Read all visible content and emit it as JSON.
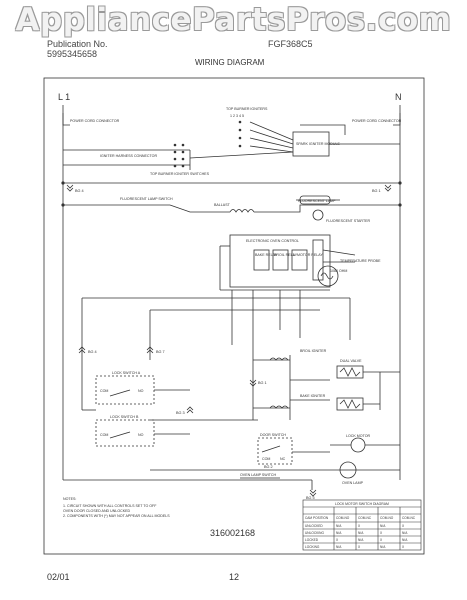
{
  "watermark": "AppliancePartsPros.com",
  "header": {
    "publication_label": "Publication No.",
    "publication_number": "5995345658",
    "model": "FGF368C5",
    "title": "WIRING DIAGRAM"
  },
  "terminals": {
    "l1": "L 1",
    "n": "N"
  },
  "labels": {
    "power_cord_left": "POWER CORD CONNECTOR",
    "power_cord_right": "POWER CORD CONNECTOR",
    "top_burner_igniters": "TOP BURNER IGNITERS",
    "igniter_numbers": "1 2 3 4 5",
    "spark_module": "SPARK IGNITER MODULE",
    "igniter_harness": "IGNITER HARNESS CONNECTOR",
    "igniter_switches": "TOP BURNER IGNITER SWITCHES",
    "fluorescent_lamp_switch": "FLUORESCENT LAMP SWITCH",
    "ballast": "BALLAST",
    "fluorescent_lamp": "FLUORESCENT LAMP",
    "fluorescent_starter": "FLUORESCENT STARTER",
    "electronic_control": "ELECTRONIC OVEN CONTROL",
    "bake_relay": "BAKE RELAY",
    "broil_relay": "BROIL RELAY",
    "lock_relay": "L. MOTOR RELAY",
    "temp_probe": "TEMPERATURE PROBE",
    "probe_resistance": "1080 OHM",
    "broil_igniter": "BROIL IGNITER",
    "dual_valve": "DUAL VALVE",
    "bake_igniter": "BAKE IGNITER",
    "lock_switch_a": "LOCK SWITCH A",
    "lock_switch_b": "LOCK SWITCH B",
    "door_switch": "DOOR SWITCH",
    "lock_motor": "LOCK MOTOR",
    "oven_lamp": "OVEN LAMP",
    "oven_lamp_switch": "OVEN LAMP SWITCH",
    "com": "COM",
    "nc": "NC",
    "no": "NO"
  },
  "plugs": [
    "BG 4",
    "BG 1",
    "BG 4",
    "BG 7",
    "BG 1",
    "BG 3",
    "BG 2",
    "BG 5"
  ],
  "notes": {
    "heading": "NOTES:",
    "lines": [
      "1. CIRCUIT SHOWN WITH ALL CONTROLS SET TO OFF",
      "   OVEN DOOR CLOSED AND UNLOCKED",
      "2. COMPONENTS WITH (*) MAY NOT APPEAR ON ALL MODELS"
    ]
  },
  "part_number": "316002168",
  "lock_chart": {
    "title": "LOCK MOTOR SWITCH DIAGRAM",
    "headers": [
      "CAM POSITION",
      "COM-NO",
      "COM-NC",
      "COM-NO",
      "COM-NC"
    ],
    "rows": [
      [
        "UNLOCKED",
        "N/A",
        "X",
        "N/A",
        "X"
      ],
      [
        "UNLOCKING",
        "N/A",
        "N/A",
        "X",
        "N/A"
      ],
      [
        "LOCKED",
        "X",
        "N/A",
        "X",
        "N/A"
      ],
      [
        "LOCKING",
        "N/A",
        "X",
        "N/A",
        "X"
      ]
    ]
  },
  "footer": {
    "date": "02/01",
    "page": "12"
  }
}
